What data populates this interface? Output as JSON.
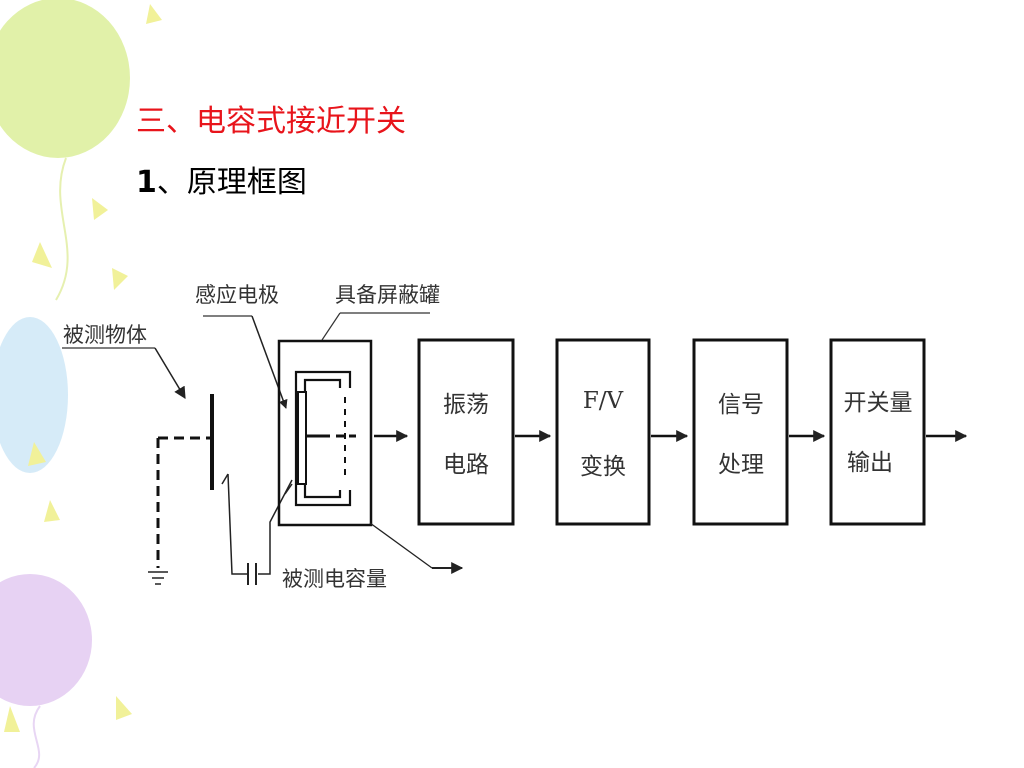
{
  "slide": {
    "title": "三、电容式接近开关",
    "subtitle_number": "1",
    "subtitle_text": "、原理框图"
  },
  "colors": {
    "title": "#e8141b",
    "text": "#000000",
    "balloon_green": "#dcef9a",
    "balloon_blue": "#cfe8f7",
    "balloon_purple": "#e4cdf2",
    "confetti": "#f1f199"
  },
  "diagram": {
    "label_measured_object": "被测物体",
    "label_sensing_electrode": "感应电极",
    "label_shielding_can": "具备屏蔽罐",
    "label_measured_capacitance": "被测电容量",
    "blocks": [
      {
        "line1": "振荡",
        "line2": "电路"
      },
      {
        "line1": "F/V",
        "line2": "变换"
      },
      {
        "line1": "信号",
        "line2": "处理"
      },
      {
        "line1": "开关量",
        "line2": "输出"
      }
    ]
  }
}
